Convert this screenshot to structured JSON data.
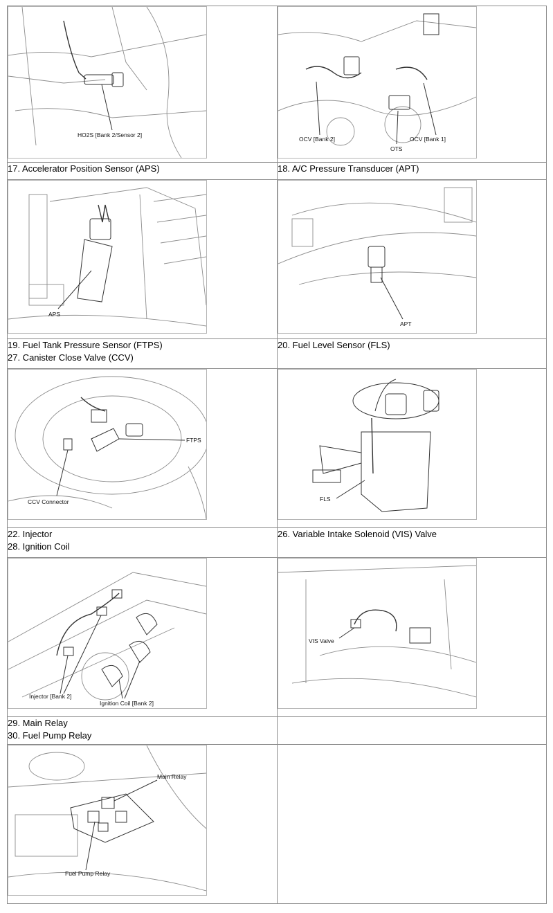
{
  "sections": [
    {
      "left_label": [],
      "right_label": [],
      "left_fig": {
        "callouts": [
          "HO2S [Bank 2/Sensor 2]"
        ]
      },
      "right_fig": {
        "callouts": [
          "OCV [Bank 2]",
          "OTS",
          "OCV [Bank 1]"
        ]
      }
    },
    {
      "left_label": [
        "17. Accelerator Position Sensor (APS)"
      ],
      "right_label": [
        "18. A/C Pressure Transducer (APT)"
      ],
      "left_fig": {
        "callouts": [
          "APS"
        ]
      },
      "right_fig": {
        "callouts": [
          "APT"
        ]
      }
    },
    {
      "left_label": [
        "19. Fuel Tank Pressure Sensor (FTPS)",
        "27. Canister Close Valve (CCV)"
      ],
      "right_label": [
        "20. Fuel Level Sensor (FLS)"
      ],
      "left_fig": {
        "callouts": [
          "FTPS",
          "CCV Connector"
        ]
      },
      "right_fig": {
        "callouts": [
          "FLS"
        ]
      }
    },
    {
      "left_label": [
        "22. Injector",
        "28. Ignition Coil"
      ],
      "right_label": [
        "26. Variable Intake Solenoid (VIS) Valve"
      ],
      "left_fig": {
        "callouts": [
          "Injector [Bank 2]",
          "Ignition Coil [Bank 2]"
        ]
      },
      "right_fig": {
        "callouts": [
          "VIS Valve"
        ]
      }
    },
    {
      "left_label": [
        "29. Main Relay",
        "30. Fuel Pump Relay"
      ],
      "right_label": [],
      "left_fig": {
        "callouts": [
          "Main Relay",
          "Fuel Pump Relay"
        ]
      }
    }
  ]
}
